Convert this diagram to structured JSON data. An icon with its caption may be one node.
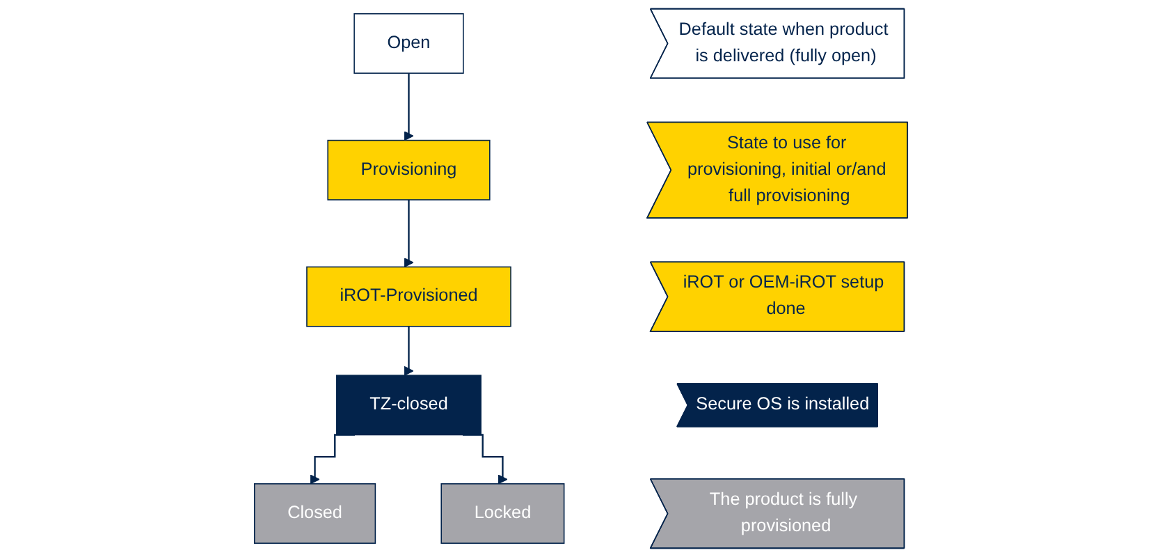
{
  "diagram": {
    "nodes": [
      {
        "text": [
          "Open"
        ]
      },
      {
        "text": [
          "Provisioning"
        ]
      },
      {
        "text": [
          "iROT-Provisioned"
        ]
      },
      {
        "text": [
          "TZ-closed"
        ]
      },
      {
        "text": [
          "Closed"
        ]
      },
      {
        "text": [
          "Locked"
        ]
      },
      {
        "text": [
          "Default state when product is delivered (fully open)"
        ]
      },
      {
        "text": [
          "State to use for provisioning, initial or/and full provisioning"
        ]
      },
      {
        "text": [
          "iROT or OEM-iROT setup done"
        ]
      },
      {
        "text": [
          "Secure OS is installed"
        ]
      },
      {
        "text": [
          "The product is fully provisioned"
        ]
      }
    ],
    "edges": [
      {
        "from": 0,
        "to": 1,
        "arrow": "to"
      },
      {
        "from": 1,
        "to": 2,
        "arrow": "to"
      },
      {
        "from": 2,
        "to": 3,
        "arrow": "to"
      },
      {
        "from": 3,
        "to": 4,
        "arrow": "to"
      },
      {
        "from": 3,
        "to": 5,
        "arrow": "to"
      }
    ]
  }
}
